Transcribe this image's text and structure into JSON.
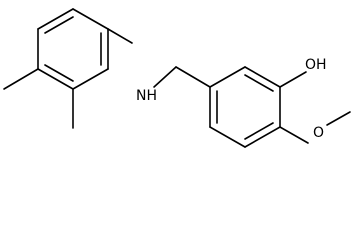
{
  "molecule": {
    "atom_labels": {
      "amine": "NH",
      "hydroxyl": "OH",
      "methoxy_oxygen": "O"
    },
    "colors": {
      "bond": "#000000",
      "background": "#ffffff"
    }
  }
}
